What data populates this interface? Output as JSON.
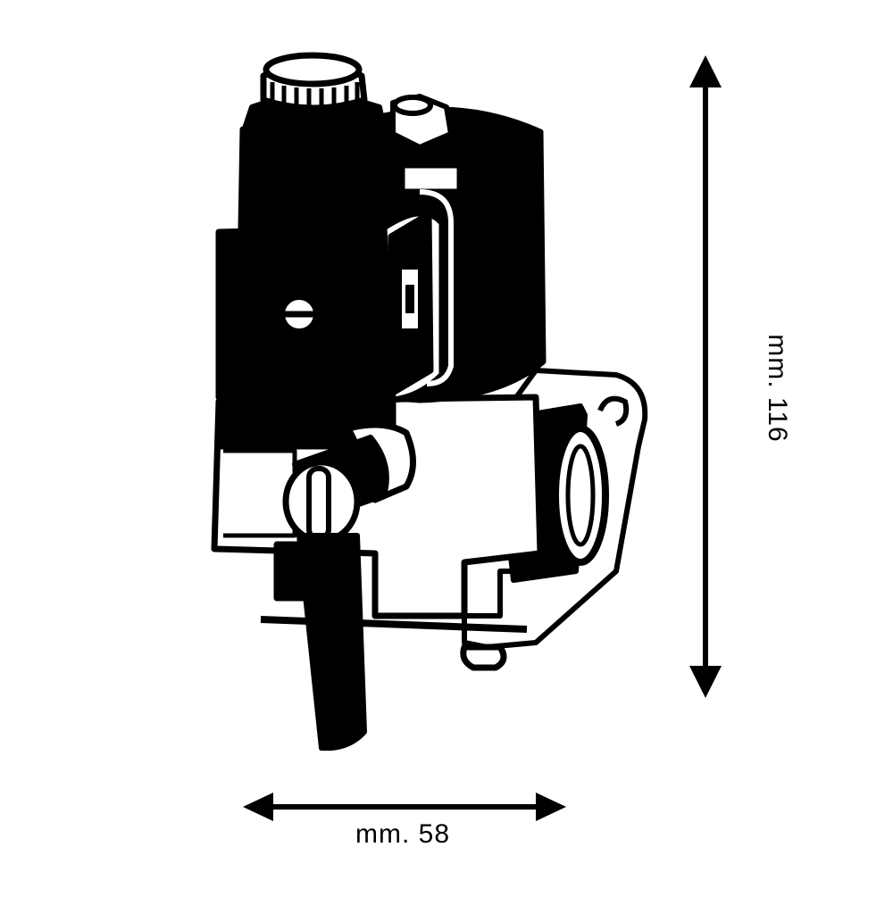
{
  "dimensions": {
    "width_label": "mm. 58",
    "height_label": "mm. 116",
    "width_mm": 58,
    "height_mm": 116
  },
  "colors": {
    "ink": "#000000",
    "paper": "#ffffff"
  }
}
